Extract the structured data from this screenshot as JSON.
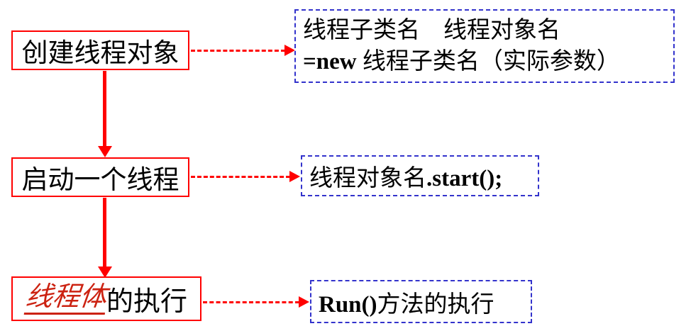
{
  "diagram": {
    "title": "thread-creation-flow",
    "steps": [
      {
        "label": "创建线程对象"
      },
      {
        "label": "启动一个线程"
      },
      {
        "highlight": "线程体",
        "rest": "的执行"
      }
    ],
    "details": [
      {
        "line1": "线程子类名　线程对象名",
        "line2_code": "=new",
        "line2_rest": " 线程子类名（实际参数）"
      },
      {
        "cn": "线程对象名",
        "code": ".start();"
      },
      {
        "code": "Run()",
        "cn": "方法的执行"
      }
    ],
    "colors": {
      "step_box_border": "#ff0000",
      "detail_box_border": "#3333cc",
      "arrow": "#ff0000",
      "highlight_text": "#cc2211",
      "text": "#000000",
      "background": "#ffffff"
    }
  }
}
